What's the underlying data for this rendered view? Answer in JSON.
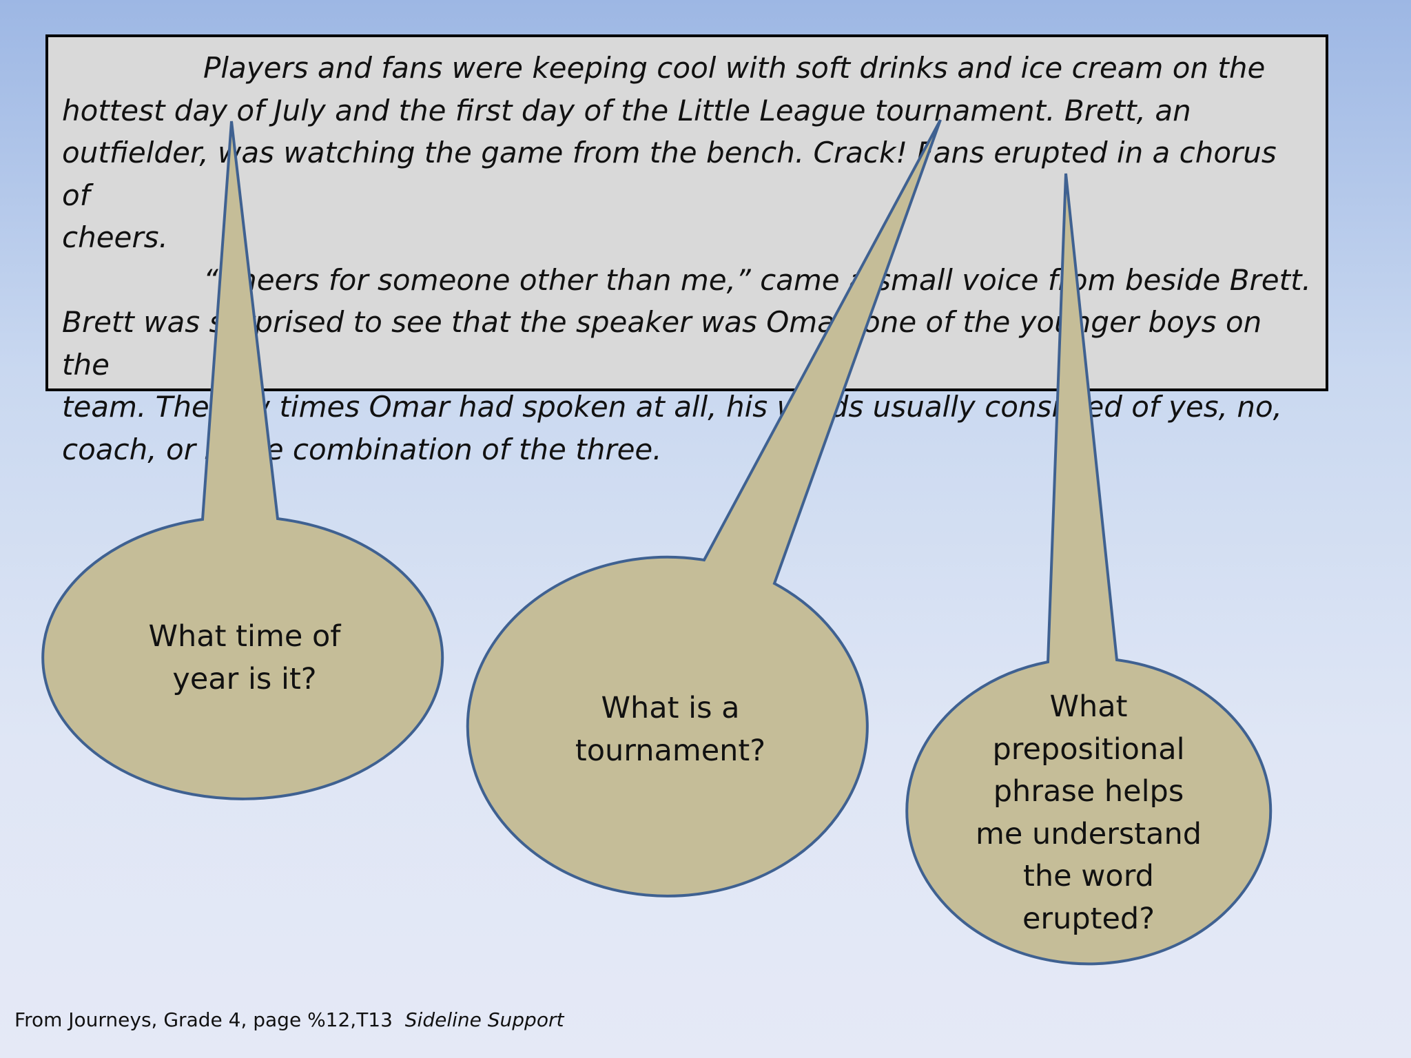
{
  "passage": {
    "lines": [
      "Players and fans were keeping cool with soft drinks and ice cream on the",
      "hottest day of July and the first day of the Little League tournament.  Brett, an",
      "outfielder, was watching the game from the bench.  Crack!  Fans erupted in a chorus of",
      "cheers.",
      "“Cheers for someone other than me,” came a small voice from beside Brett.",
      "Brett was surprised to see that the speaker was Omar, one of the younger boys on the",
      "team.  The few times Omar had spoken at all, his words usually consisted of yes, no,",
      "coach, or some combination of the three."
    ]
  },
  "callouts": [
    {
      "lines": [
        "What time of",
        "year is it?"
      ]
    },
    {
      "lines": [
        "What is a",
        "tournament?"
      ]
    },
    {
      "lines": [
        "What",
        "prepositional",
        "phrase helps",
        "me understand",
        "the word",
        "erupted?"
      ]
    }
  ],
  "source": {
    "text": "From Journeys, Grade 4, page %12,T13",
    "title": "Sideline Support"
  },
  "colors": {
    "callout_fill": "#c5bd98",
    "callout_border": "#3f6191",
    "passage_background": "#d9d9d9"
  }
}
